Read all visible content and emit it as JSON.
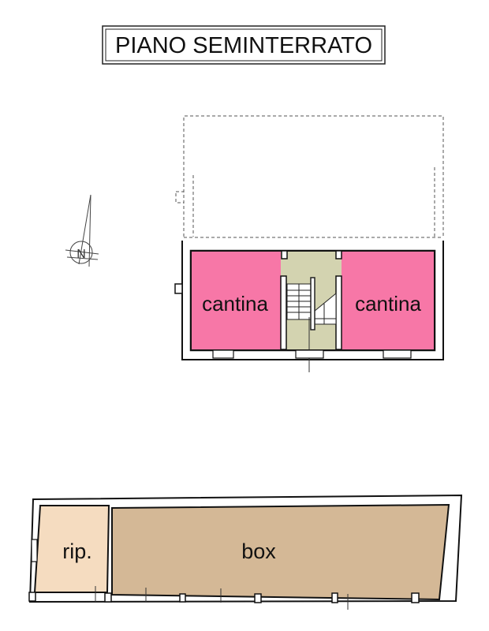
{
  "title": "PIANO SEMINTERRATO",
  "rooms": {
    "cantina_left": "cantina",
    "cantina_right": "cantina",
    "ripostiglio": "rip.",
    "box": "box"
  },
  "compass": {
    "label": "N"
  },
  "colors": {
    "cantina": "#f777a7",
    "stair": "#d3d3b0",
    "ripostiglio": "#f5dcc0",
    "box": "#d4b896"
  }
}
